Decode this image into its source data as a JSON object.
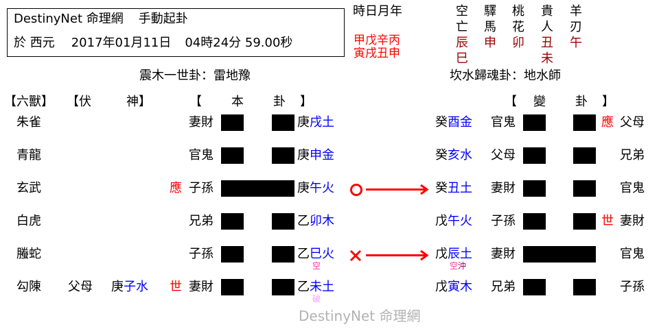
{
  "header": {
    "site": "DestinyNet 命理網",
    "mode": "手動起卦",
    "date_prefix": "於 西元",
    "date": "2017年01月11日",
    "time": "04時24分 59.00秒"
  },
  "ganzhi": {
    "label": "時日月年",
    "stems": "甲戊辛丙",
    "branches": "寅戌丑申"
  },
  "shensha": [
    {
      "label": [
        "空",
        "亡"
      ],
      "values": [
        "辰",
        "巳"
      ]
    },
    {
      "label": [
        "驛",
        "馬"
      ],
      "values": [
        "申"
      ]
    },
    {
      "label": [
        "桃",
        "花"
      ],
      "values": [
        "卯"
      ]
    },
    {
      "label": [
        "貴",
        "人"
      ],
      "values": [
        "丑",
        "未"
      ]
    },
    {
      "label": [
        "羊",
        "刃"
      ],
      "values": [
        "午"
      ]
    }
  ],
  "colors": {
    "accent_red": "#ff0000",
    "shensha_value": "#990000",
    "branch_blue": "#0000ff",
    "void_pink": "#ff3399",
    "clash_purple": "#990066",
    "broken_pink": "#ff99ff",
    "watermark_gray": "#b3b3b3"
  },
  "main_hexagram": {
    "title": "震木一世卦：雷地豫"
  },
  "changed_hexagram": {
    "title": "坎水歸魂卦：地水師"
  },
  "column_headers": {
    "liushou": "【六獸】",
    "fushen_open": "【伏",
    "fushen_close": "神】",
    "main_open": "【",
    "main_1": "本",
    "main_2": "卦",
    "main_close": "】",
    "chg_open": "【",
    "chg_1": "變",
    "chg_2": "卦",
    "chg_close": "】"
  },
  "rows": [
    {
      "beast": "朱雀",
      "fushen_rel": "",
      "fushen_stem": "",
      "fushen_branch": "",
      "mark": "",
      "rel": "妻財",
      "line": "yin",
      "stem": "庚",
      "branch": "戌土",
      "note": "",
      "move": "",
      "c_stem": "癸",
      "c_branch": "酉金",
      "c_note": "",
      "c_rel": "官鬼",
      "c_line": "yin",
      "c_mark": "應",
      "c_rel2": "父母"
    },
    {
      "beast": "青龍",
      "fushen_rel": "",
      "fushen_stem": "",
      "fushen_branch": "",
      "mark": "",
      "rel": "官鬼",
      "line": "yin",
      "stem": "庚",
      "branch": "申金",
      "note": "",
      "move": "",
      "c_stem": "癸",
      "c_branch": "亥水",
      "c_note": "",
      "c_rel": "父母",
      "c_line": "yin",
      "c_mark": "",
      "c_rel2": "兄弟"
    },
    {
      "beast": "玄武",
      "fushen_rel": "",
      "fushen_stem": "",
      "fushen_branch": "",
      "mark": "應",
      "rel": "子孫",
      "line": "yang",
      "stem": "庚",
      "branch": "午火",
      "note": "",
      "move": "○",
      "c_stem": "癸",
      "c_branch": "丑土",
      "c_note": "",
      "c_rel": "妻財",
      "c_line": "yin",
      "c_mark": "",
      "c_rel2": "官鬼"
    },
    {
      "beast": "白虎",
      "fushen_rel": "",
      "fushen_stem": "",
      "fushen_branch": "",
      "mark": "",
      "rel": "兄弟",
      "line": "yin",
      "stem": "乙",
      "branch": "卯木",
      "note": "",
      "move": "",
      "c_stem": "戊",
      "c_branch": "午火",
      "c_note": "",
      "c_rel": "子孫",
      "c_line": "yin",
      "c_mark": "世",
      "c_rel2": "妻財"
    },
    {
      "beast": "螣蛇",
      "fushen_rel": "",
      "fushen_stem": "",
      "fushen_branch": "",
      "mark": "",
      "rel": "子孫",
      "line": "yin",
      "stem": "乙",
      "branch": "巳火",
      "note": "空",
      "move": "×",
      "c_stem": "戊",
      "c_branch": "辰土",
      "c_note_void": "空",
      "c_note_clash": "沖",
      "c_rel": "妻財",
      "c_line": "yang",
      "c_mark": "",
      "c_rel2": "官鬼"
    },
    {
      "beast": "勾陳",
      "fushen_rel": "父母",
      "fushen_stem": "庚",
      "fushen_branch": "子水",
      "mark": "世",
      "rel": "妻財",
      "line": "yin",
      "stem": "乙",
      "branch": "未土",
      "note": "破",
      "move": "",
      "c_stem": "戊",
      "c_branch": "寅木",
      "c_note": "",
      "c_rel": "兄弟",
      "c_line": "yin",
      "c_mark": "",
      "c_rel2": "子孫"
    }
  ],
  "watermark": "DestinyNet 命理網"
}
